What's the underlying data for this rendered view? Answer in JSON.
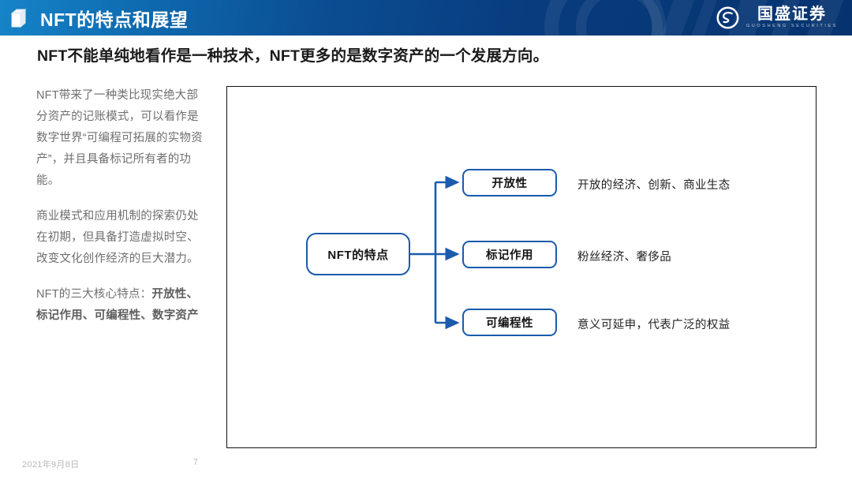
{
  "header": {
    "icon": "cube-icon",
    "title": "NFT的特点和展望",
    "logo_cn": "国盛证券",
    "logo_en": "GUOSHENG SECURITIES",
    "accent_light": "#1684c8",
    "accent_dark": "#06336f"
  },
  "subtitle": "NFT不能单纯地看作是一种技术，NFT更多的是数字资产的一个发展方向。",
  "left_column": {
    "paragraphs": [
      "NFT带来了一种类比现实绝大部分资产的记账模式，可以看作是数字世界“可编程可拓展的实物资产”，并且具备标记所有者的功能。",
      "商业模式和应用机制的探索仍处在初期，但具备打造虚拟时空、改变文化创作经济的巨大潜力。"
    ],
    "last_paragraph_normal": "NFT的三大核心特点：",
    "last_paragraph_bold": "开放性、标记作用、可编程性、数字资产"
  },
  "diagram": {
    "root_label": "NFT的特点",
    "node_border_color": "#1a5bad",
    "frame_color": "#111111",
    "branches": [
      {
        "label": "开放性",
        "description": "开放的经济、创新、商业生态"
      },
      {
        "label": "标记作用",
        "description": "粉丝经济、奢侈品"
      },
      {
        "label": "可编程性",
        "description": "意义可延申，代表广泛的权益"
      }
    ]
  },
  "footer": {
    "date": "2021年9月8日",
    "page": "7"
  }
}
